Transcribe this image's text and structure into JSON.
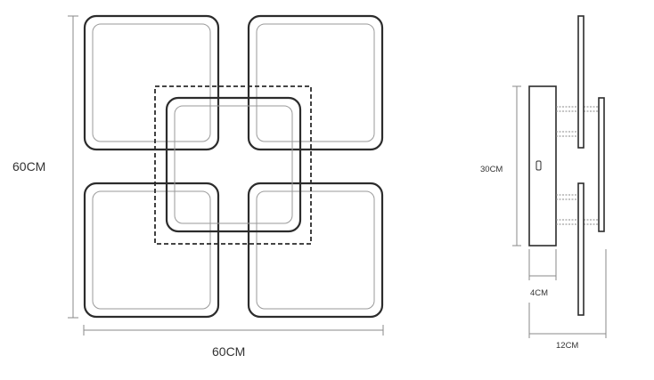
{
  "front_view": {
    "height_label": "60CM",
    "width_label": "60CM"
  },
  "side_view": {
    "height_label": "30CM",
    "depth_label": "4CM",
    "total_depth_label": "12CM"
  }
}
